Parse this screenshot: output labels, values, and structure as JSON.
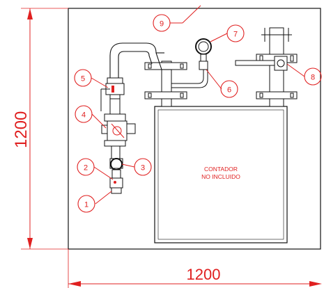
{
  "dimensions": {
    "height_label": "1200",
    "width_label": "1200"
  },
  "meter_label": {
    "line1": "CONTADOR",
    "line2": "NO INCLUIDO"
  },
  "callouts": [
    "1",
    "2",
    "3",
    "4",
    "5",
    "6",
    "7",
    "8",
    "9"
  ],
  "colors": {
    "annotation": "#e02020",
    "linework": "#111111",
    "background": "#ffffff"
  }
}
